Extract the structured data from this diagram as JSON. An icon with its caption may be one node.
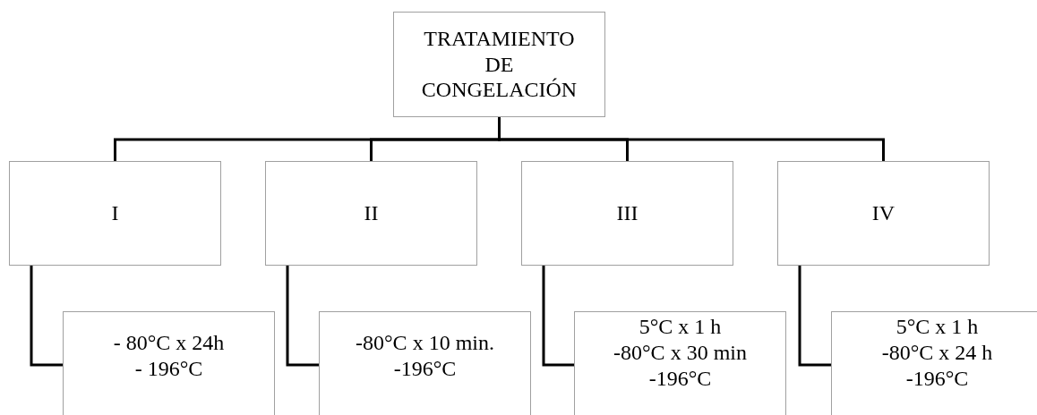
{
  "diagram": {
    "nodes": [
      {
        "text": [
          "TRATAMIENTO DE CONGELACIÓN"
        ]
      },
      {
        "text": [
          "I"
        ]
      },
      {
        "text": [
          "II"
        ]
      },
      {
        "text": [
          "III"
        ]
      },
      {
        "text": [
          "IV"
        ]
      },
      {
        "text": [
          "- 80°C x 24h",
          "- 196°C"
        ]
      },
      {
        "text": [
          "-80°C x 10 min.",
          "-196°C"
        ]
      },
      {
        "text": [
          "5°C x 1 h",
          "-80°C x 30 min",
          "-196°C"
        ]
      },
      {
        "text": [
          "5°C x 1 h",
          "-80°C x 24 h",
          "-196°C"
        ]
      }
    ],
    "edges": [
      {
        "from": 0,
        "to": 1,
        "arrow": "none"
      },
      {
        "from": 0,
        "to": 2,
        "arrow": "none"
      },
      {
        "from": 0,
        "to": 3,
        "arrow": "none"
      },
      {
        "from": 0,
        "to": 4,
        "arrow": "none"
      },
      {
        "from": 1,
        "to": 5,
        "arrow": "none"
      },
      {
        "from": 2,
        "to": 6,
        "arrow": "none"
      },
      {
        "from": 3,
        "to": 7,
        "arrow": "none"
      },
      {
        "from": 4,
        "to": 8,
        "arrow": "none"
      }
    ]
  }
}
